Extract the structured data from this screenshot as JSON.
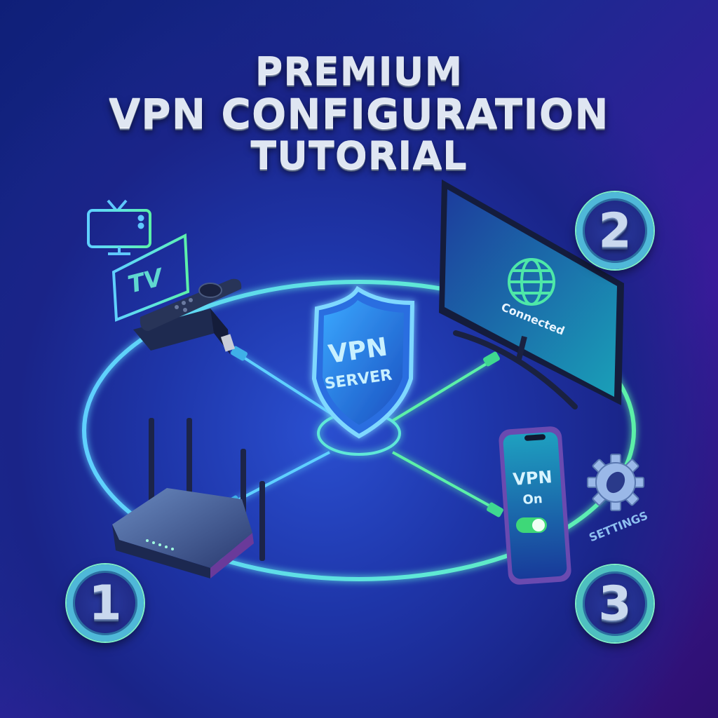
{
  "title": {
    "line1": "PREMIUM",
    "line2": "VPN CONFIGURATION",
    "line3": "TUTORIAL"
  },
  "center": {
    "shield_line1": "VPN",
    "shield_line2": "SERVER",
    "icon": "shield-icon"
  },
  "devices": {
    "tv_icon_label": "TV",
    "streaming_stick": "streaming-stick-with-remote",
    "router": "wifi-router",
    "monitor_status": "Connected",
    "monitor_icon": "globe-icon",
    "phone_line1": "VPN",
    "phone_line2": "On",
    "phone_toggle_state": "on",
    "settings_label": "SETTINGS",
    "settings_icon": "gear-icon"
  },
  "steps": [
    {
      "number": "1"
    },
    {
      "number": "2"
    },
    {
      "number": "3"
    }
  ],
  "colors": {
    "background_start": "#0f1f78",
    "background_end": "#2e0f70",
    "ring_blue": "#5fd0ff",
    "ring_green": "#5cf0a8",
    "title_silver": "#dfe6f2"
  }
}
